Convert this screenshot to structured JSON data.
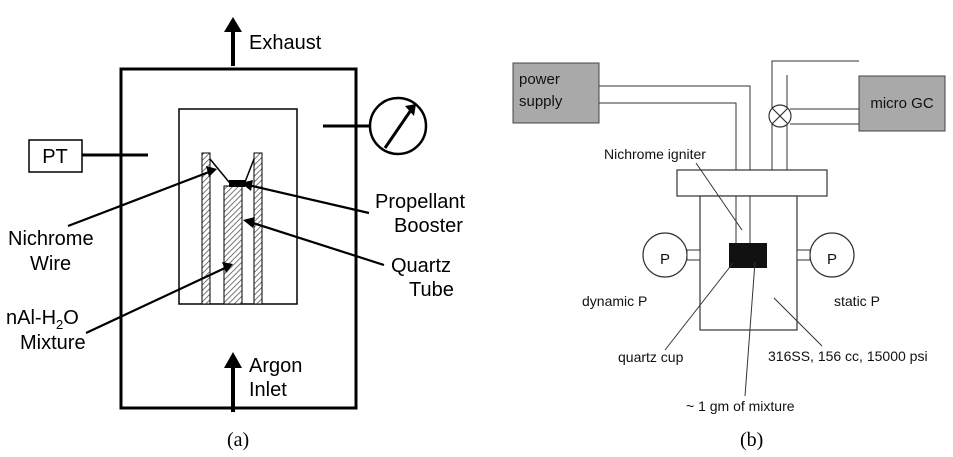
{
  "panel_a": {
    "exhaust": "Exhaust",
    "pt": "PT",
    "propellant_line1": "Propellant",
    "propellant_line2": "Booster",
    "quartz_line1": "Quartz",
    "quartz_line2": "Tube",
    "nichrome_line1": "Nichrome",
    "nichrome_line2": "Wire",
    "mixture_line1_a": "nAl-H",
    "mixture_line1_sub": "2",
    "mixture_line1_b": "O",
    "mixture_line2": "Mixture",
    "argon_line1": "Argon",
    "argon_line2": "Inlet",
    "caption": "(a)"
  },
  "panel_b": {
    "power_supply_line1": "power",
    "power_supply_line2": "supply",
    "micro_gc": "micro GC",
    "nichrome_igniter": "Nichrome igniter",
    "gauge_left": "P",
    "gauge_right": "P",
    "dynamic_p": "dynamic P",
    "static_p": "static P",
    "quartz_cup": "quartz cup",
    "vessel_spec": "316SS, 156 cc, 15000 psi",
    "mixture_amount": "~ 1 gm of mixture",
    "caption": "(b)"
  },
  "colors": {
    "box_gray": "#a9a9a9",
    "line": "#000000",
    "hatch": "#666666"
  }
}
